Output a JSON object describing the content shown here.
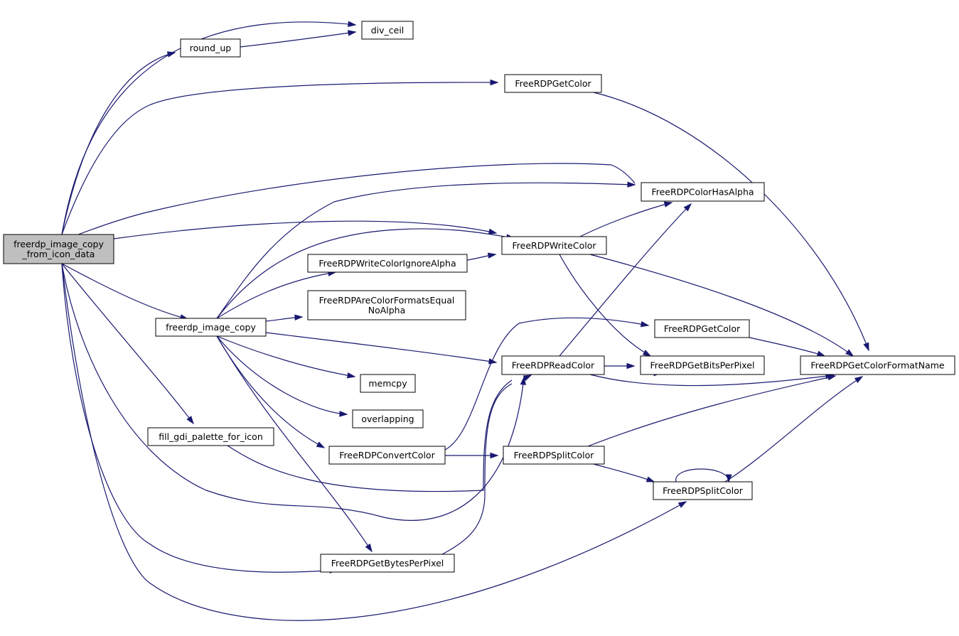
{
  "colors": {
    "edge": "#191970",
    "node_border": "#000000",
    "node_fill": "#ffffff",
    "root_fill": "#bfbfbf"
  },
  "nodes": {
    "root": {
      "lines": [
        "freerdp_image_copy",
        "_from_icon_data"
      ]
    },
    "div_ceil": {
      "lines": [
        "div_ceil"
      ]
    },
    "round_up": {
      "lines": [
        "round_up"
      ]
    },
    "get_color_top": {
      "lines": [
        "FreeRDPGetColor"
      ]
    },
    "color_has_alpha": {
      "lines": [
        "FreeRDPColorHasAlpha"
      ]
    },
    "write_color": {
      "lines": [
        "FreeRDPWriteColor"
      ]
    },
    "write_color_ignore_alpha": {
      "lines": [
        "FreeRDPWriteColorIgnoreAlpha"
      ]
    },
    "are_formats_equal": {
      "lines": [
        "FreeRDPAreColorFormatsEqual",
        "NoAlpha"
      ]
    },
    "image_copy": {
      "lines": [
        "freerdp_image_copy"
      ]
    },
    "get_color_mid": {
      "lines": [
        "FreeRDPGetColor"
      ]
    },
    "read_color": {
      "lines": [
        "FreeRDPReadColor"
      ]
    },
    "get_bits_per_pixel": {
      "lines": [
        "FreeRDPGetBitsPerPixel"
      ]
    },
    "get_color_format_name": {
      "lines": [
        "FreeRDPGetColorFormatName"
      ]
    },
    "memcpy": {
      "lines": [
        "memcpy"
      ]
    },
    "overlapping": {
      "lines": [
        "overlapping"
      ]
    },
    "fill_gdi_palette": {
      "lines": [
        "fill_gdi_palette_for_icon"
      ]
    },
    "convert_color": {
      "lines": [
        "FreeRDPConvertColor"
      ]
    },
    "split_color_1": {
      "lines": [
        "FreeRDPSplitColor"
      ]
    },
    "split_color_2": {
      "lines": [
        "FreeRDPSplitColor"
      ]
    },
    "get_bytes_per_pixel": {
      "lines": [
        "FreeRDPGetBytesPerPixel"
      ]
    }
  },
  "edges": [
    [
      "root",
      "div_ceil"
    ],
    [
      "root",
      "round_up"
    ],
    [
      "round_up",
      "div_ceil"
    ],
    [
      "root",
      "get_color_top"
    ],
    [
      "get_color_top",
      "get_color_format_name"
    ],
    [
      "root",
      "color_has_alpha"
    ],
    [
      "root",
      "write_color"
    ],
    [
      "root",
      "image_copy"
    ],
    [
      "root",
      "fill_gdi_palette"
    ],
    [
      "root",
      "read_color"
    ],
    [
      "root",
      "get_bytes_per_pixel"
    ],
    [
      "root",
      "split_color_2"
    ],
    [
      "image_copy",
      "color_has_alpha"
    ],
    [
      "image_copy",
      "write_color"
    ],
    [
      "image_copy",
      "write_color_ignore_alpha"
    ],
    [
      "image_copy",
      "are_formats_equal"
    ],
    [
      "image_copy",
      "read_color"
    ],
    [
      "image_copy",
      "memcpy"
    ],
    [
      "image_copy",
      "overlapping"
    ],
    [
      "image_copy",
      "convert_color"
    ],
    [
      "image_copy",
      "get_bytes_per_pixel"
    ],
    [
      "write_color_ignore_alpha",
      "write_color"
    ],
    [
      "write_color",
      "color_has_alpha"
    ],
    [
      "write_color",
      "get_bits_per_pixel"
    ],
    [
      "write_color",
      "get_color_format_name"
    ],
    [
      "read_color",
      "color_has_alpha"
    ],
    [
      "read_color",
      "get_bits_per_pixel"
    ],
    [
      "read_color",
      "get_color_format_name"
    ],
    [
      "get_color_mid",
      "get_color_format_name"
    ],
    [
      "convert_color",
      "get_color_mid"
    ],
    [
      "convert_color",
      "split_color_1"
    ],
    [
      "split_color_1",
      "split_color_2"
    ],
    [
      "split_color_1",
      "get_color_format_name"
    ],
    [
      "split_color_2",
      "split_color_2"
    ],
    [
      "split_color_2",
      "get_color_format_name"
    ],
    [
      "fill_gdi_palette",
      "get_bits_per_pixel"
    ],
    [
      "get_bytes_per_pixel",
      "read_color"
    ]
  ]
}
